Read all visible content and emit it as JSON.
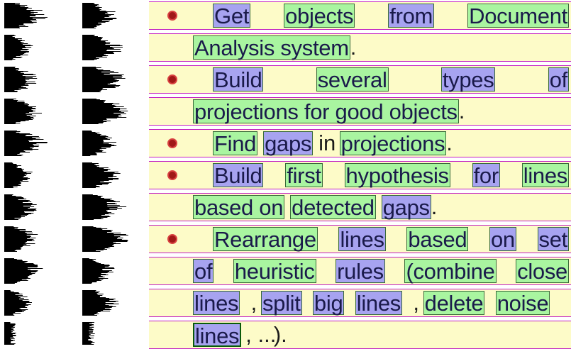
{
  "lines": [
    {
      "bullet": true,
      "words": [
        {
          "t": "Get",
          "c": "b"
        },
        {
          "t": "objects",
          "c": "g"
        },
        {
          "t": "from",
          "c": "b"
        },
        {
          "t": "Document",
          "c": "g"
        }
      ],
      "tail": "",
      "justify": true
    },
    {
      "bullet": false,
      "words": [
        {
          "t": "Analysis system",
          "c": "g"
        }
      ],
      "tail": ".",
      "justify": false
    },
    {
      "bullet": true,
      "words": [
        {
          "t": "Build",
          "c": "b"
        },
        {
          "t": "several",
          "c": "g"
        },
        {
          "t": "types",
          "c": "b"
        },
        {
          "t": "of",
          "c": "b"
        }
      ],
      "tail": "",
      "justify": true
    },
    {
      "bullet": false,
      "words": [
        {
          "t": "projections for good objects",
          "c": "g"
        }
      ],
      "tail": ".",
      "justify": false
    },
    {
      "bullet": true,
      "words": [
        {
          "t": "Find",
          "c": "g"
        },
        {
          "t": "gaps",
          "c": "b"
        },
        {
          "t": "in",
          "c": "none"
        },
        {
          "t": "projections",
          "c": "g"
        }
      ],
      "tail": ".",
      "justify": false
    },
    {
      "bullet": true,
      "words": [
        {
          "t": "Build",
          "c": "b"
        },
        {
          "t": "first",
          "c": "g"
        },
        {
          "t": "hypothesis",
          "c": "g"
        },
        {
          "t": "for",
          "c": "b"
        },
        {
          "t": "lines",
          "c": "g"
        }
      ],
      "tail": "",
      "justify": true
    },
    {
      "bullet": false,
      "words": [
        {
          "t": "based on",
          "c": "g"
        },
        {
          "t": "detected",
          "c": "g"
        },
        {
          "t": "gaps",
          "c": "b"
        }
      ],
      "tail": ".",
      "justify": false
    },
    {
      "bullet": true,
      "words": [
        {
          "t": "Rearrange",
          "c": "g"
        },
        {
          "t": "lines",
          "c": "b"
        },
        {
          "t": "based",
          "c": "g"
        },
        {
          "t": "on",
          "c": "b"
        },
        {
          "t": "set",
          "c": "b"
        }
      ],
      "tail": "",
      "justify": true
    },
    {
      "bullet": false,
      "words": [
        {
          "t": "of",
          "c": "b"
        },
        {
          "t": "heuristic",
          "c": "g"
        },
        {
          "t": "rules",
          "c": "b"
        },
        {
          "t": "(combine",
          "c": "g"
        },
        {
          "t": "close",
          "c": "g"
        }
      ],
      "tail": "",
      "justify": true
    },
    {
      "bullet": false,
      "words": [
        {
          "t": "lines",
          "c": "b"
        },
        {
          "t": ", ",
          "c": "none"
        },
        {
          "t": "split",
          "c": "b"
        },
        {
          "t": "big",
          "c": "b"
        },
        {
          "t": "lines",
          "c": "b"
        },
        {
          "t": ",",
          "c": "none"
        },
        {
          "t": "delete",
          "c": "g"
        },
        {
          "t": "noise",
          "c": "g"
        }
      ],
      "tail": "",
      "justify": true
    },
    {
      "bullet": false,
      "words": [
        {
          "t": "lines",
          "c": "b",
          "dk": true
        },
        {
          "t": ", ...",
          "c": "none"
        }
      ],
      "tail": ").",
      "justify": false
    }
  ],
  "colors": {
    "green_box": "#a9f5a0",
    "blue_box": "#a7a3f0",
    "band": "#fdfbc8",
    "rule": "#c21fc2",
    "bullet": "#a01818"
  }
}
